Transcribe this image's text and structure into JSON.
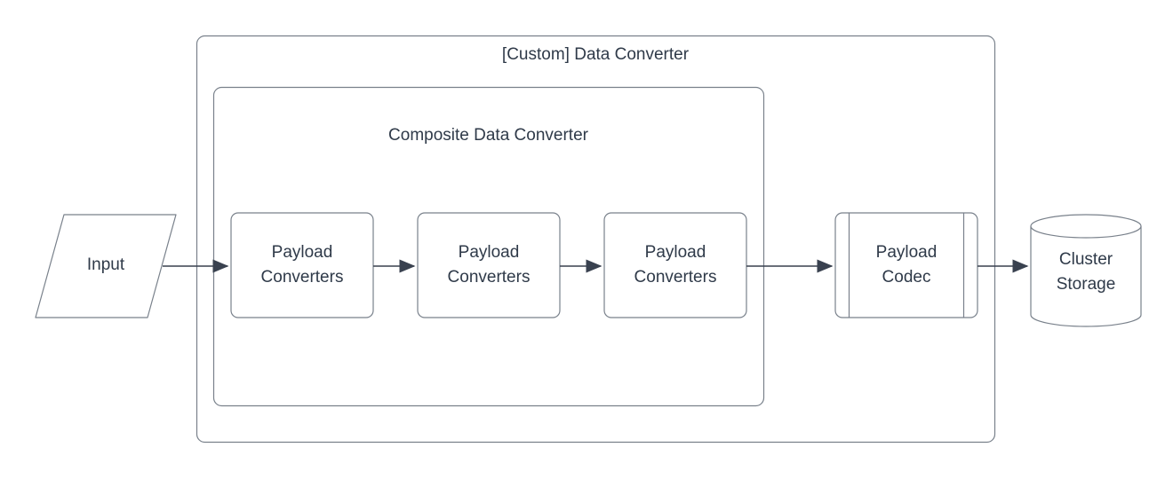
{
  "diagram": {
    "outer_group": {
      "label": "[Custom] Data Converter"
    },
    "inner_group": {
      "label": "Composite Data Converter"
    },
    "nodes": {
      "input": {
        "label": "Input",
        "shape": "parallelogram"
      },
      "converter_1": {
        "label": "Payload Converters",
        "shape": "rounded-rect"
      },
      "converter_2": {
        "label": "Payload Converters",
        "shape": "rounded-rect"
      },
      "converter_3": {
        "label": "Payload Converters",
        "shape": "rounded-rect"
      },
      "payload_codec": {
        "label": "Payload Codec",
        "shape": "process"
      },
      "cluster_storage": {
        "label": "Cluster Storage",
        "shape": "cylinder"
      }
    },
    "edges": [
      {
        "from": "input",
        "to": "converter_1"
      },
      {
        "from": "converter_1",
        "to": "converter_2"
      },
      {
        "from": "converter_2",
        "to": "converter_3"
      },
      {
        "from": "converter_3",
        "to": "payload_codec"
      },
      {
        "from": "payload_codec",
        "to": "cluster_storage"
      }
    ],
    "colors": {
      "background": "#ffffff",
      "shape_border": "#79818b",
      "text": "#2f3a49",
      "arrow": "#39414f"
    }
  }
}
